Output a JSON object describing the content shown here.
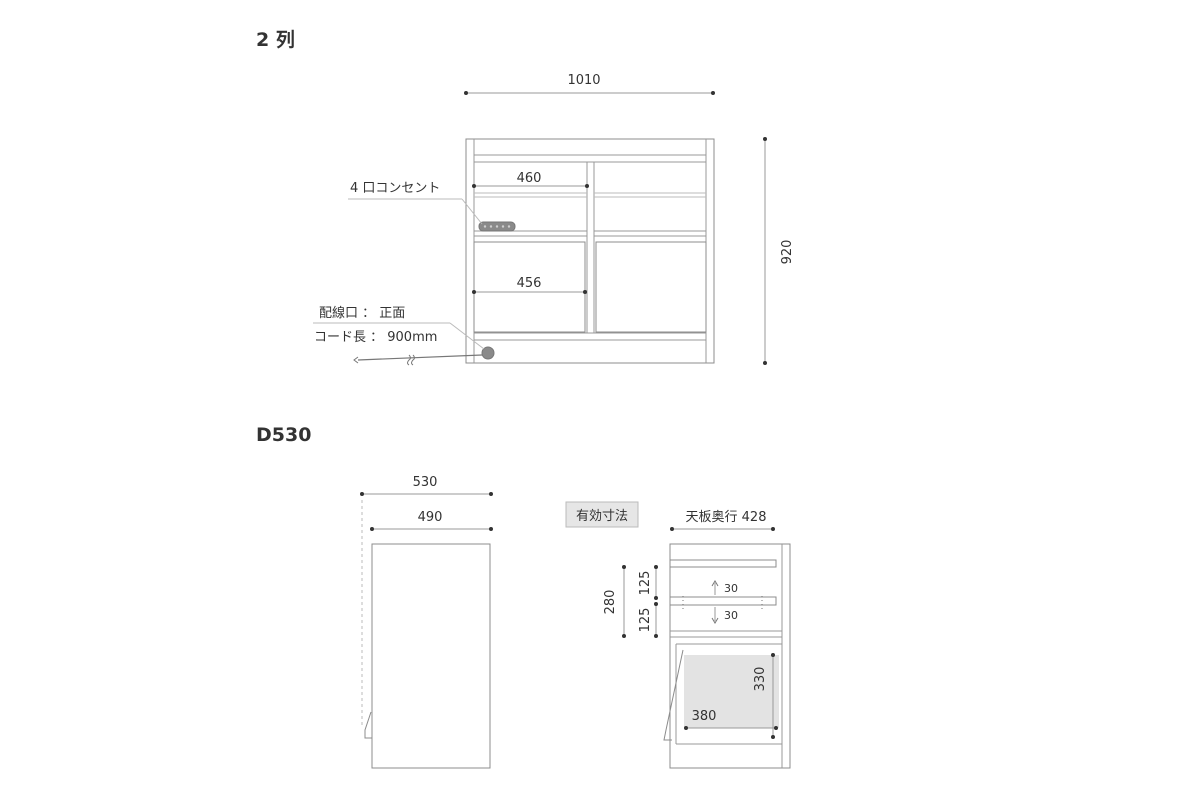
{
  "sections": {
    "two_column": {
      "title": "2 列"
    },
    "depth": {
      "title": "D530"
    }
  },
  "front_view": {
    "width": "1010",
    "height": "920",
    "upper_inner_width": "460",
    "lower_inner_width": "456",
    "outlet_label": "4 口コンセント",
    "wiring_port_label": "配線口 ： 正面",
    "cord_length_label": "コード長 ： 900mm"
  },
  "side_view": {
    "outer_depth": "530",
    "body_depth": "490"
  },
  "effective_dims": {
    "badge": "有効寸法",
    "top_depth": "天板奥行 428",
    "shelf_height": "280",
    "shelf_upper": "125",
    "shelf_lower": "125",
    "adjust_up": "30",
    "adjust_down": "30",
    "drawer_height": "330",
    "drawer_width": "380"
  },
  "colors": {
    "line": "#999999",
    "text": "#333333",
    "badge_bg": "#e6e6e6",
    "drawer_fill": "#e3e3e3",
    "outlet_fill": "#8a8a8a"
  }
}
